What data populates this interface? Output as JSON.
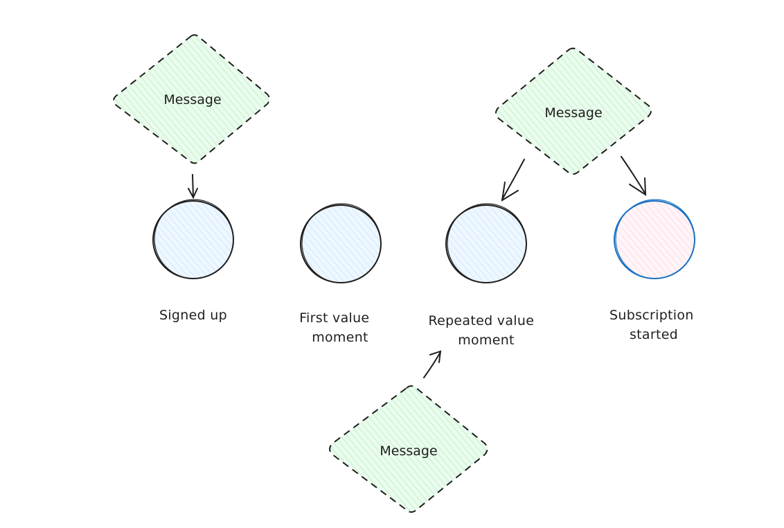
{
  "diagram": {
    "colors": {
      "message_fill": "#ebfbee",
      "message_hatch": "#b2f2bb",
      "message_stroke": "#1e1e1e",
      "state_fill": "#e7f5ff",
      "state_hatch": "#a5d8ff",
      "state_stroke": "#1e1e1e",
      "goal_fill": "#fff0f6",
      "goal_hatch": "#fcc2d7",
      "goal_stroke": "#1971c2",
      "arrow": "#1e1e1e"
    },
    "messages": [
      {
        "id": "message-top-left",
        "label": "Message"
      },
      {
        "id": "message-top-right",
        "label": "Message"
      },
      {
        "id": "message-bottom",
        "label": "Message"
      }
    ],
    "states": [
      {
        "id": "signed-up",
        "lines": [
          "Signed up"
        ]
      },
      {
        "id": "first-value-moment",
        "lines": [
          "First value",
          "moment"
        ]
      },
      {
        "id": "repeated-value-moment",
        "lines": [
          "Repeated value",
          "moment"
        ]
      },
      {
        "id": "subscription-started",
        "lines": [
          "Subscription",
          "started"
        ]
      }
    ]
  }
}
